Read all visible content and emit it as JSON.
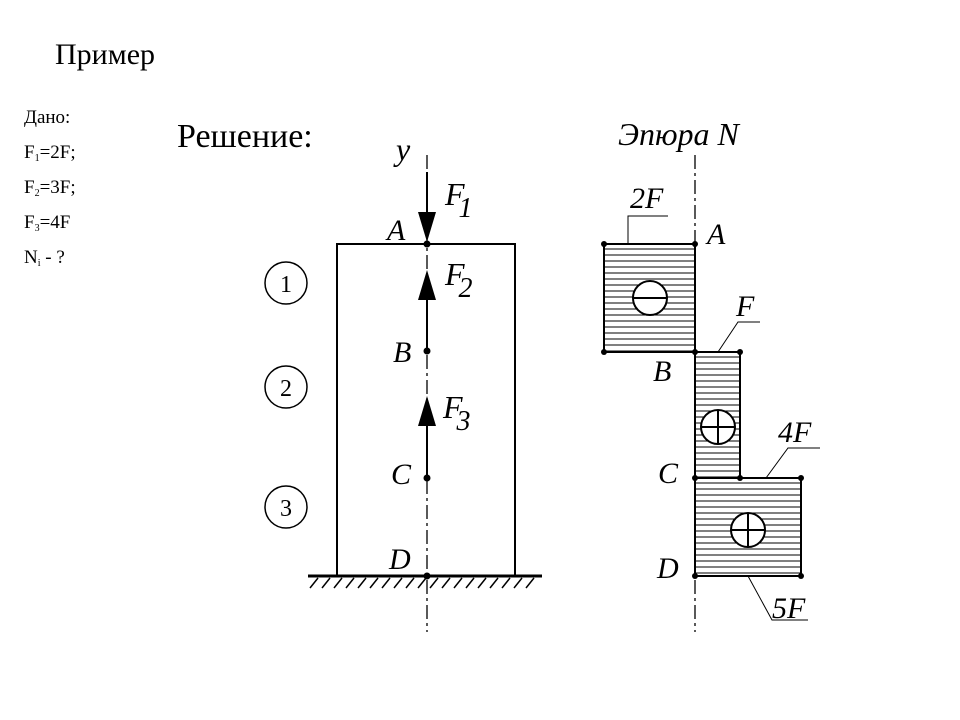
{
  "title": "Пример",
  "given": {
    "heading": "Дано:",
    "items": [
      {
        "var": "F",
        "sub": "1",
        "value": "=2F;"
      },
      {
        "var": "F",
        "sub": "2",
        "value": "=3F;"
      },
      {
        "var": "F",
        "sub": "3",
        "value": "=4F"
      },
      {
        "var": "N",
        "sub": "i",
        "value": " - ?"
      }
    ]
  },
  "solution_title": "Решение:",
  "epure_title": "Эпюра N",
  "axis_label": "y",
  "section_numbers": [
    "1",
    "2",
    "3"
  ],
  "points": {
    "A": "A",
    "B": "B",
    "C": "C",
    "D": "D"
  },
  "forces": {
    "F1": {
      "letter": "F",
      "index": "1"
    },
    "F2": {
      "letter": "F",
      "index": "2"
    },
    "F3": {
      "letter": "F",
      "index": "3"
    }
  },
  "epure_values": {
    "AB": "2F",
    "BC": "F",
    "CD_top": "4F",
    "CD_bottom": "5F"
  },
  "signs": [
    "minus",
    "plus",
    "plus"
  ]
}
